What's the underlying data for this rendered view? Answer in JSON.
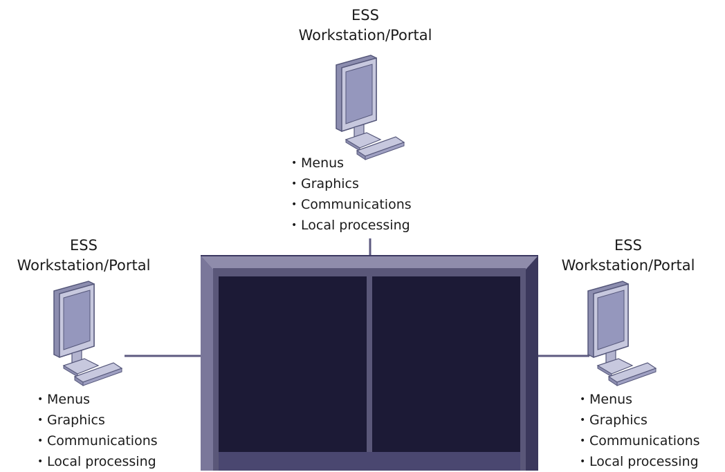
{
  "nodes": {
    "top": {
      "title_line1": "ESS",
      "title_line2": "Workstation/Portal",
      "features": [
        "Menus",
        "Graphics",
        "Communications",
        "Local processing"
      ]
    },
    "left": {
      "title_line1": "ESS",
      "title_line2": "Workstation/Portal",
      "features": [
        "Menus",
        "Graphics",
        "Communications",
        "Local processing"
      ]
    },
    "right": {
      "title_line1": "ESS",
      "title_line2": "Workstation/Portal",
      "features": [
        "Menus",
        "Graphics",
        "Communications",
        "Local processing"
      ]
    }
  },
  "colors": {
    "panel_bezel": "#6e6b8e",
    "panel_screen": "#1c1a36",
    "connector": "#5d5a80",
    "monitor_body": "#b7b8d2",
    "monitor_screen": "#8e90b6"
  }
}
